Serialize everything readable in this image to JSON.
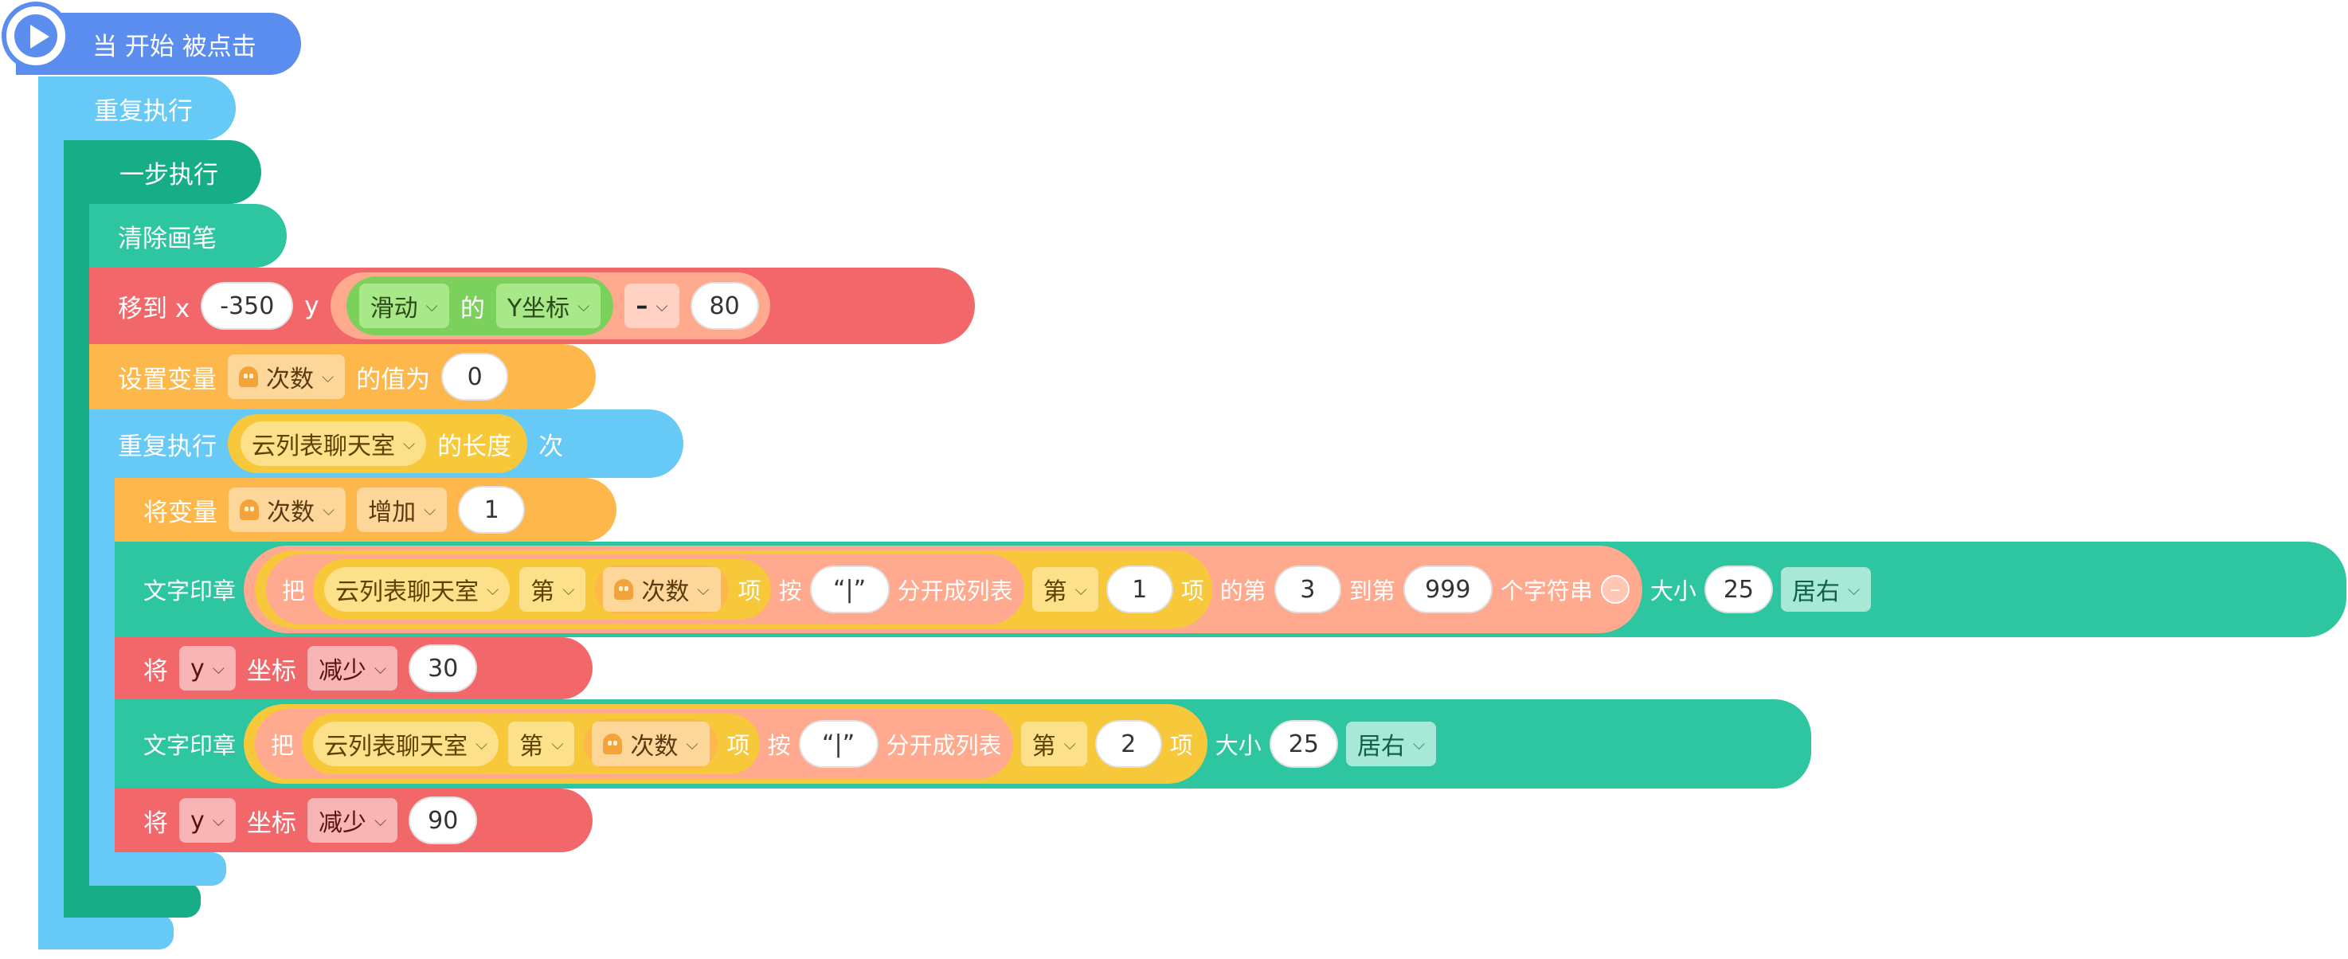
{
  "start": {
    "label": "当 开始 被点击",
    "icon": "play-icon"
  },
  "forever": {
    "label": "重复执行"
  },
  "step": {
    "label": "一步执行"
  },
  "clear": {
    "label": "清除画笔"
  },
  "moveto": {
    "label_x": "移到 x",
    "x": "-350",
    "label_y": "y",
    "sprite": "滑动",
    "of": "的",
    "prop": "Y坐标",
    "op": "–",
    "operand": "80"
  },
  "setvar": {
    "label": "设置变量",
    "var": "次数",
    "to": "的值为",
    "value": "0"
  },
  "repeat": {
    "label": "重复执行",
    "list": "云列表聊天室",
    "length": "的长度",
    "times": "次"
  },
  "changevar": {
    "label": "将变量",
    "var": "次数",
    "op": "增加",
    "value": "1"
  },
  "stamp1": {
    "label": "文字印章",
    "ba": "把",
    "list": "云列表聊天室",
    "di": "第",
    "var": "次数",
    "xiang": "项",
    "an": "按",
    "sep": "“|”",
    "split": "分开成列表",
    "di2": "第",
    "n": "1",
    "xiang2": "项",
    "de_di": "的第",
    "from": "3",
    "to_di": "到第",
    "to": "999",
    "substr": "个字符串",
    "minus": "–",
    "size_label": "大小",
    "size": "25",
    "align": "居右"
  },
  "dec1": {
    "label": "将",
    "axis": "y",
    "coord": "坐标",
    "op": "减少",
    "value": "30"
  },
  "stamp2": {
    "label": "文字印章",
    "ba": "把",
    "list": "云列表聊天室",
    "di": "第",
    "var": "次数",
    "xiang": "项",
    "an": "按",
    "sep": "“|”",
    "split": "分开成列表",
    "di2": "第",
    "n": "2",
    "xiang2": "项",
    "size_label": "大小",
    "size": "25",
    "align": "居右"
  },
  "dec2": {
    "label": "将",
    "axis": "y",
    "coord": "坐标",
    "op": "减少",
    "value": "90"
  },
  "colors": {
    "event": "#5b8def",
    "control": "#67c9f6",
    "step": "#17ad87",
    "pen": "#2ec5a1",
    "motion": "#f2686a",
    "variable": "#fdb74a",
    "list": "#f7c83a",
    "operator": "#ffa98e"
  }
}
